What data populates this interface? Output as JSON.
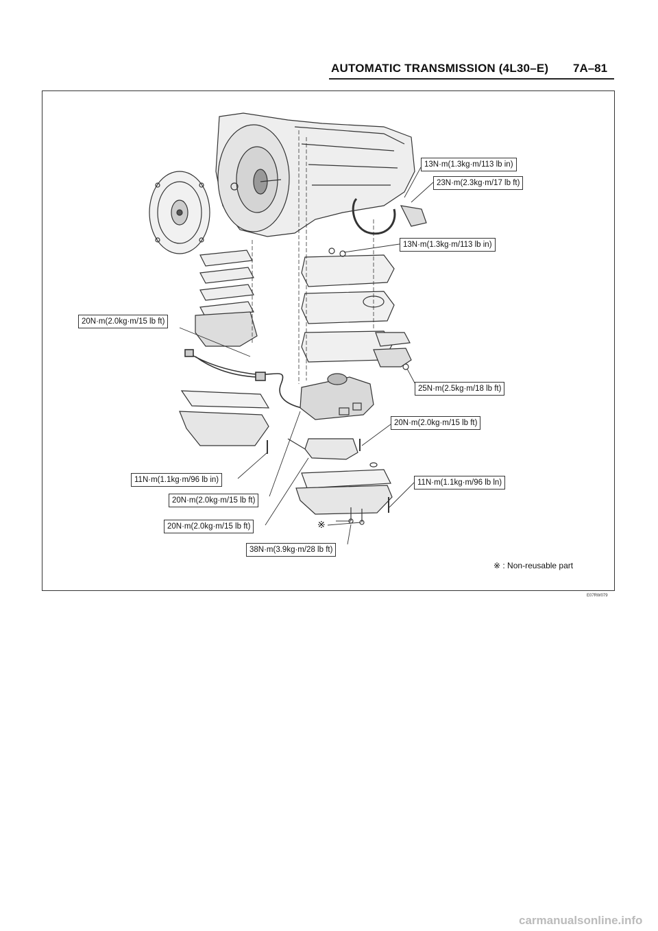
{
  "header": {
    "title": "AUTOMATIC TRANSMISSION (4L30–E)",
    "page": "7A–81"
  },
  "figure": {
    "code": "E07RW079",
    "callouts": [
      "13N·m(1.3kg·m/113 lb in)",
      "23N·m(2.3kg·m/17 lb ft)",
      "13N·m(1.3kg·m/113 lb in)",
      "20N·m(2.0kg·m/15 lb ft)",
      "25N·m(2.5kg·m/18 lb ft)",
      "20N·m(2.0kg·m/15 lb ft)",
      "11N·m(1.1kg·m/96 lb in)",
      "11N·m(1.1kg·m/96 lb ln)",
      "20N·m(2.0kg·m/15 lb ft)",
      "20N·m(2.0kg·m/15 lb ft)",
      "38N·m(3.9kg·m/28 lb ft)"
    ],
    "asterisk": "※",
    "note": "※ : Non-reusable part"
  },
  "watermark": "carmanualsonline.info"
}
